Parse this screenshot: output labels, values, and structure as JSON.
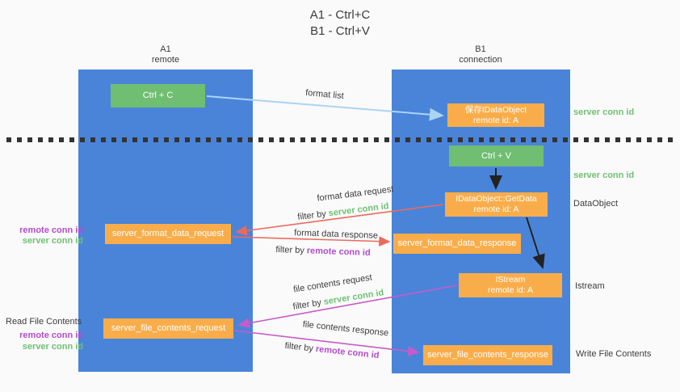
{
  "title": {
    "line1": "A1 - Ctrl+C",
    "line2": "B1 - Ctrl+V"
  },
  "lanes": {
    "a1": {
      "name": "A1",
      "subtitle": "remote"
    },
    "b1": {
      "name": "B1",
      "subtitle": "connection"
    }
  },
  "nodes": {
    "ctrl_c": {
      "label": "Ctrl + C"
    },
    "save_idataobject": {
      "line1": "保存IDataObject",
      "line2": "remote id: A"
    },
    "ctrl_v": {
      "label": "Ctrl + V"
    },
    "getdata": {
      "line1": "IDataObject::GetData",
      "line2": "remote id: A"
    },
    "format_request": {
      "label": "server_format_data_request"
    },
    "format_response": {
      "label": "server_format_data_response"
    },
    "istream": {
      "line1": "IStream",
      "line2": "remote id: A"
    },
    "file_request": {
      "label": "server_file_contents_request"
    },
    "file_response": {
      "label": "server_file_contents_response"
    }
  },
  "edge_labels": {
    "format_list": "format list",
    "format_data_request": "format data request",
    "format_data_request_filter_prefix": "filter by ",
    "format_data_request_filter_key": "server conn id",
    "format_data_response": "format data response",
    "format_data_response_filter_prefix": "filter by ",
    "format_data_response_filter_key": "remote conn id",
    "file_contents_request": "file contents request",
    "file_contents_request_filter_prefix": "filter by ",
    "file_contents_request_filter_key": "server conn id",
    "file_contents_response": "file contents response",
    "file_contents_response_filter_prefix": "filter by ",
    "file_contents_response_filter_key": "remote conn id"
  },
  "side_labels": {
    "right_server_conn_id_top": "server conn id",
    "right_server_conn_id_mid": "server conn id",
    "right_dataobject": "DataObject",
    "right_istream": "Istream",
    "right_write_file_contents": "Write File Contents",
    "left_remote_conn_id_top": "remote conn id",
    "left_server_conn_id_top": "server conn id",
    "left_read_file_contents": "Read File Contents",
    "left_remote_conn_id_bottom": "remote conn id",
    "left_server_conn_id_bottom": "server conn id"
  },
  "colors": {
    "lane_blue": "#4a84d9",
    "node_green": "#6fbe72",
    "node_orange": "#f9ad4a",
    "text_green": "#6fc173",
    "text_purple": "#b44ccd",
    "arrow_red": "#ea6a5e",
    "arrow_magenta": "#c75bc8",
    "arrow_light_blue": "#aad4f3",
    "arrow_black": "#222222"
  }
}
